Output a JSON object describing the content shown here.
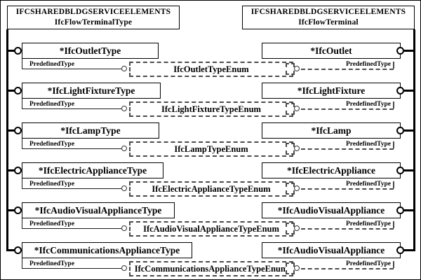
{
  "diagram": {
    "left_header": {
      "line1": "IFCSHAREDBLDGSERVICEELEMENTS",
      "line2": "IfcFlowTerminalType"
    },
    "right_header": {
      "line1": "IFCSHAREDBLDGSERVICEELEMENTS",
      "line2": "IfcFlowTerminal"
    },
    "attribute_label": "PredefinedType",
    "rows": [
      {
        "type_entity": "*IfcOutletType",
        "entity": "*IfcOutlet",
        "enum": "IfcOutletTypeEnum"
      },
      {
        "type_entity": "*IfcLightFixtureType",
        "entity": "*IfcLightFixture",
        "enum": "IfcLightFixtureTypeEnum"
      },
      {
        "type_entity": "*IfcLampType",
        "entity": "*IfcLamp",
        "enum": "IfcLampTypeEnum"
      },
      {
        "type_entity": "*IfcElectricApplianceType",
        "entity": "*IfcElectricAppliance",
        "enum": "IfcElectricApplianceTypeEnum"
      },
      {
        "type_entity": "*IfcAudioVisualApplianceType",
        "entity": "*IfcAudioVisualAppliance",
        "enum": "IfcAudioVisualApplianceTypeEnum"
      },
      {
        "type_entity": "*IfcCommunicationsApplianceType",
        "entity": "*IfcAudioVisualAppliance",
        "enum": "IfcCommunicationsApplianceTypeEnum"
      }
    ],
    "colors": {
      "line": "#000000",
      "dashed_line": "#4a4a4a",
      "background": "#ffffff"
    }
  }
}
